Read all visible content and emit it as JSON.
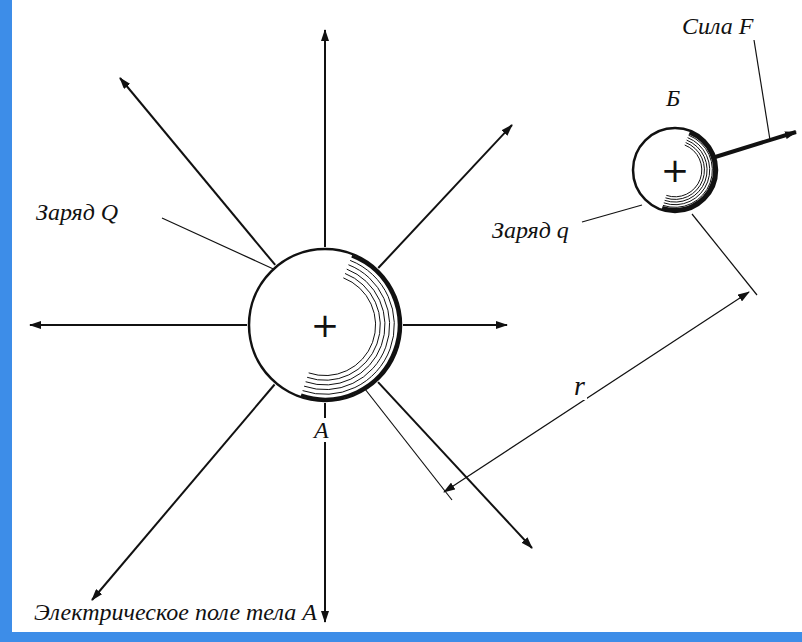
{
  "diagram": {
    "caption": "Электрическое поле тела А",
    "nodes": [
      {
        "text": [
          "+"
        ]
      },
      {
        "text": [
          "+"
        ]
      }
    ],
    "labels": [
      "Сила F",
      "Б",
      "Заряд q",
      "Заряд Q",
      "А",
      "r"
    ]
  }
}
